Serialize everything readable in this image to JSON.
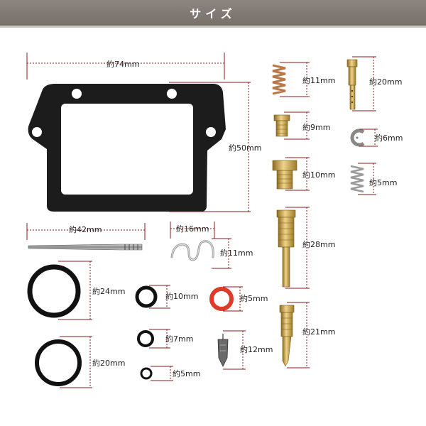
{
  "header": {
    "title": "サイズ",
    "bg_color": "#7f7773"
  },
  "colors": {
    "dim_line": "#8b1a1a",
    "gasket": "#1a1a1a",
    "brass": "#c9a44a",
    "spring": "#b8784a",
    "orange_ring": "#e03a2a"
  },
  "labels": {
    "gasket_width": "約74mm",
    "gasket_height": "約50mm",
    "needle_length": "約42mm",
    "clip_width": "約16mm",
    "clip_height": "約11mm",
    "oring_large": "約24mm",
    "oring_medium": "約20mm",
    "oring_10": "約10mm",
    "oring_7": "約7mm",
    "oring_5": "約5mm",
    "red_oring": "約5mm",
    "float_valve": "約12mm",
    "spring_top": "約11mm",
    "jet_small": "約9mm",
    "jet_hex": "約10mm",
    "pilot_jet": "約28mm",
    "needle_screw": "約21mm",
    "main_jet": "約20mm",
    "e_clip": "約6mm",
    "spring_small": "約5mm"
  },
  "icons": [
    "gasket-icon",
    "jet-needle-icon",
    "wire-clip-icon",
    "o-ring-icon",
    "spring-icon",
    "brass-jet-icon",
    "float-valve-icon",
    "e-clip-icon"
  ]
}
